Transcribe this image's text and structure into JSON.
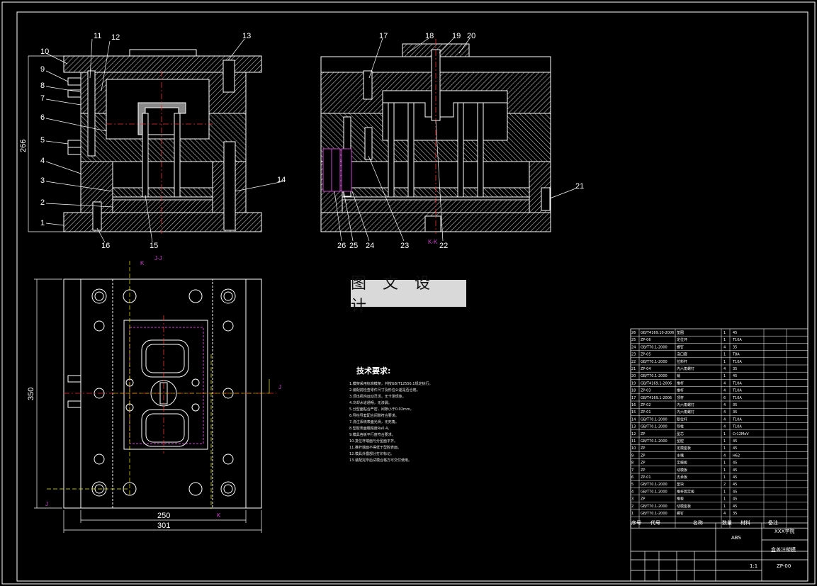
{
  "drawing": {
    "stamp_text": "图 文 设 计",
    "dimensions": {
      "height_left": "266",
      "height_plan": "350",
      "width_inner": "250",
      "width_outer": "301"
    },
    "callouts_front": [
      "11",
      "12",
      "13",
      "10",
      "9",
      "8",
      "7",
      "6",
      "5",
      "4",
      "3",
      "2",
      "1",
      "16",
      "15",
      "14"
    ],
    "callouts_side": [
      "17",
      "18",
      "19",
      "20",
      "21",
      "26",
      "25",
      "24",
      "23",
      "22"
    ],
    "section_labels": {
      "jj": "J-J",
      "kk": "K-K"
    },
    "marker_j": "J",
    "marker_k": "K",
    "tech": {
      "title": "技术要求:",
      "lines": [
        "1.模架采用标准模架，并按GB/T12556.1规定执行。",
        "2.装配前检查零件尺寸及形位公差是否合格。",
        "3.顶出机构运动灵活，无卡滞现象。",
        "4.冷却水道通畅，无渗漏。",
        "5.分型面贴合严密，间隙小于0.02mm。",
        "6.导柱导套配合间隙符合要求。",
        "7.浇注系统表面光滑，无死角。",
        "8.型腔表面粗糙度Ra0.4。",
        "9.模具各板平行度符合要求。",
        "10.复位杆端面与分型面平齐。",
        "11.推杆端面不得低于型腔表面。",
        "12.模具外露部分打印标记。",
        "13.装配完毕后试模合格方可交付使用。"
      ]
    },
    "bom_rows": [
      [
        "26",
        "GB/T4169.10-2006",
        "垫圈",
        "1",
        "45"
      ],
      [
        "25",
        "ZP-06",
        "定位环",
        "1",
        "T10A"
      ],
      [
        "24",
        "GB/T70.1-2000",
        "螺钉",
        "4",
        "35"
      ],
      [
        "23",
        "ZP-05",
        "浇口套",
        "1",
        "T8A"
      ],
      [
        "22",
        "GB/T70.1-2000",
        "拉料杆",
        "1",
        "T10A"
      ],
      [
        "21",
        "ZP-04",
        "内六角螺钉",
        "4",
        "35"
      ],
      [
        "20",
        "GB/T70.1-2000",
        "销",
        "1",
        "45"
      ],
      [
        "19",
        "GB/T4169.1-2006",
        "推杆",
        "4",
        "T10A"
      ],
      [
        "18",
        "ZP-03",
        "推杆",
        "4",
        "T10A"
      ],
      [
        "17",
        "GB/T4169.1-2006",
        "顶杆",
        "6",
        "T10A"
      ],
      [
        "16",
        "ZP-02",
        "内六角螺钉",
        "4",
        "35"
      ],
      [
        "15",
        "ZP-01",
        "内六角螺钉",
        "4",
        "35"
      ],
      [
        "14",
        "GB/T70.1-2000",
        "复位杆",
        "4",
        "T10A"
      ],
      [
        "13",
        "GB/T70.1-2000",
        "导柱",
        "4",
        "T10A"
      ],
      [
        "12",
        "ZP",
        "型芯",
        "1",
        "Cr12MoV"
      ],
      [
        "11",
        "GB/T70.1-2000",
        "型腔",
        "1",
        "45"
      ],
      [
        "10",
        "ZP",
        "定模座板",
        "1",
        "45"
      ],
      [
        "9",
        "ZP",
        "水嘴",
        "4",
        "H62"
      ],
      [
        "8",
        "ZP",
        "定模板",
        "1",
        "45"
      ],
      [
        "7",
        "ZP",
        "动模板",
        "1",
        "45"
      ],
      [
        "6",
        "ZP-01",
        "支承板",
        "1",
        "45"
      ],
      [
        "5",
        "GB/T70.1-2000",
        "垫块",
        "2",
        "45"
      ],
      [
        "4",
        "GB/T70.1-2000",
        "推杆固定板",
        "1",
        "45"
      ],
      [
        "3",
        "ZP",
        "推板",
        "1",
        "45"
      ],
      [
        "2",
        "GB/T70.1-2000",
        "动模座板",
        "1",
        "45"
      ],
      [
        "1",
        "GB/T70.1-2000",
        "螺钉",
        "4",
        "35"
      ]
    ],
    "bom_headers": [
      "序号",
      "代号",
      "名称",
      "数量",
      "材料",
      "备注"
    ],
    "titleblock": {
      "material": "ABS",
      "school": "XXX学院",
      "name": "盒盖注塑模",
      "scale": "1:1",
      "code": "ZP-00"
    }
  }
}
